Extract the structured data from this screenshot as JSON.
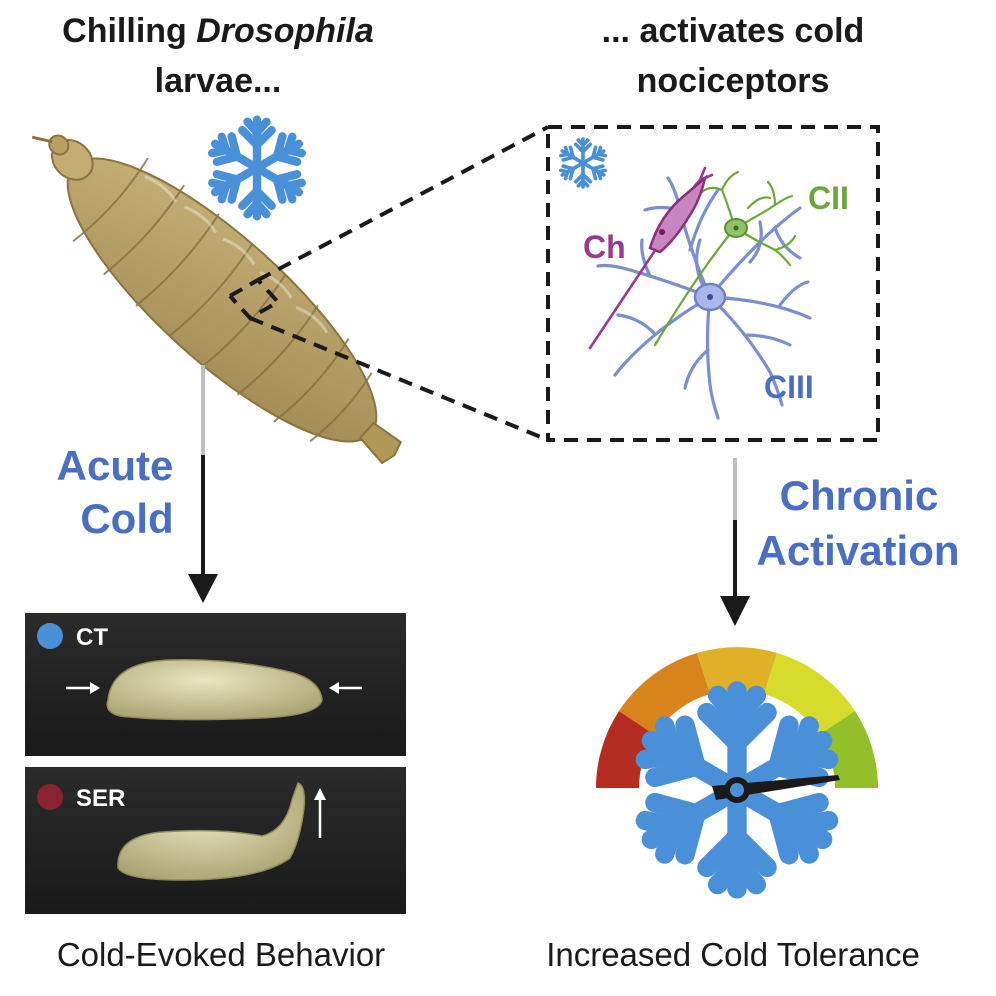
{
  "headings": {
    "left_line1_plain": "Chilling ",
    "left_line1_italic": "Drosophila",
    "left_line2": "larvae...",
    "right_line1": "... activates cold",
    "right_line2": "nociceptors"
  },
  "neuron_labels": {
    "ch": "Ch",
    "cii": "CII",
    "ciii": "CIII"
  },
  "arrows": {
    "left_line1": "Acute",
    "left_line2": "Cold",
    "right_line1": "Chronic",
    "right_line2": "Activation"
  },
  "panels": {
    "ct_label": "CT",
    "ser_label": "SER",
    "ct_dot_color": "#4a8fd6",
    "ser_dot_color": "#8b2232"
  },
  "captions": {
    "left": "Cold-Evoked Behavior",
    "right": "Increased Cold Tolerance"
  },
  "colors": {
    "heading": "#1a1a1a",
    "arrow_label": "#4a6fc2",
    "ch": "#9a3a8a",
    "cii": "#6aa83a",
    "ciii": "#4a6fc2",
    "snowflake": "#4a90d9",
    "larva": "#b5a06a"
  },
  "icons": [
    "snowflake-icon",
    "larva-illustration",
    "gauge-icon",
    "needle-icon"
  ],
  "gauge_segments": [
    "#b52d22",
    "#d8841c",
    "#e0b028",
    "#d7dc2c",
    "#93c02a"
  ],
  "gauge_level": 0.92
}
